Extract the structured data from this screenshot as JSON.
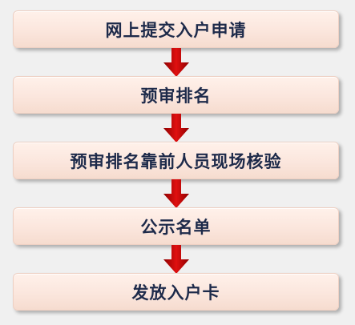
{
  "flowchart": {
    "steps": [
      {
        "label": "网上提交入户申请"
      },
      {
        "label": "预审排名"
      },
      {
        "label": "预审排名靠前人员现场核验"
      },
      {
        "label": "公示名单"
      },
      {
        "label": "发放入户卡"
      }
    ],
    "colors": {
      "box_fill": "#fbe6dd",
      "box_border": "#eed0c3",
      "text": "#1d2a4a",
      "arrow": "#c00000",
      "background": "#f0f0f0"
    }
  }
}
